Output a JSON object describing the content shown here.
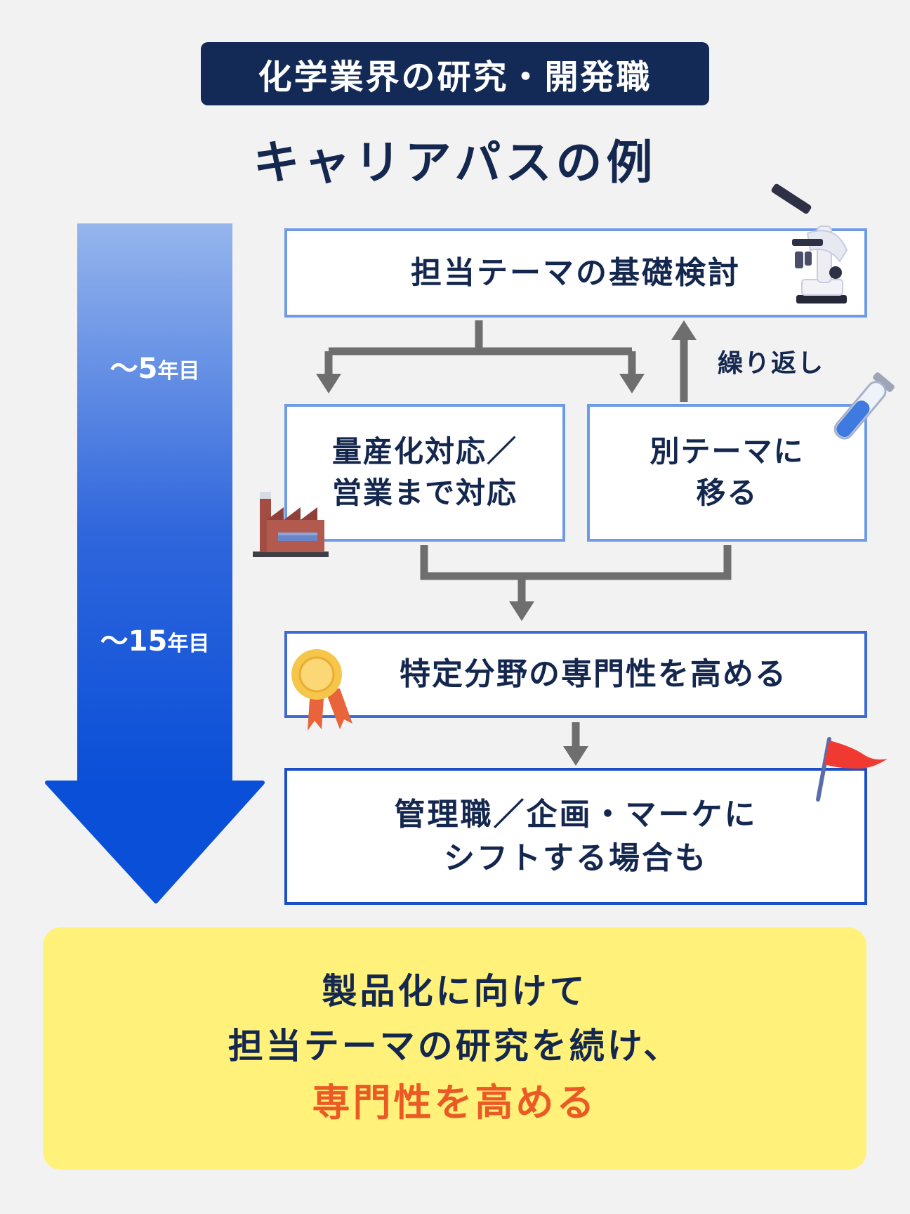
{
  "header": {
    "tag": "化学業界の研究・開発職",
    "title": "キャリアパスの例"
  },
  "timeline": {
    "marker_1": {
      "prefix": "～",
      "num": "5",
      "unit": "年目"
    },
    "marker_2": {
      "prefix": "～",
      "num": "15",
      "unit": "年目"
    }
  },
  "flow": {
    "step1": "担当テーマの基礎検討",
    "step2": [
      "量産化対応／",
      "営業まで対応"
    ],
    "step3": [
      "別テーマに",
      "移る"
    ],
    "repeat_label": "繰り返し",
    "step4": "特定分野の専門性を高める",
    "step5": [
      "管理職／企画・マーケに",
      "シフトする場合も"
    ]
  },
  "summary": {
    "line1": "製品化に向けて",
    "line2": "担当テーマの研究を続け、",
    "line3": "専門性を高める"
  },
  "icons": [
    "microscope-icon",
    "test-tube-icon",
    "factory-icon",
    "medal-icon",
    "flag-icon"
  ],
  "colors": {
    "navy": "#132a56",
    "box_border_light": "#6f9be6",
    "box_border_dark": "#1b4fc9",
    "arrow_gray": "#6e6e6e",
    "summary_bg": "#fff17a",
    "highlight": "#eb5a24",
    "timeline_top": "#93b3ec",
    "timeline_bottom": "#0a4fd8"
  }
}
